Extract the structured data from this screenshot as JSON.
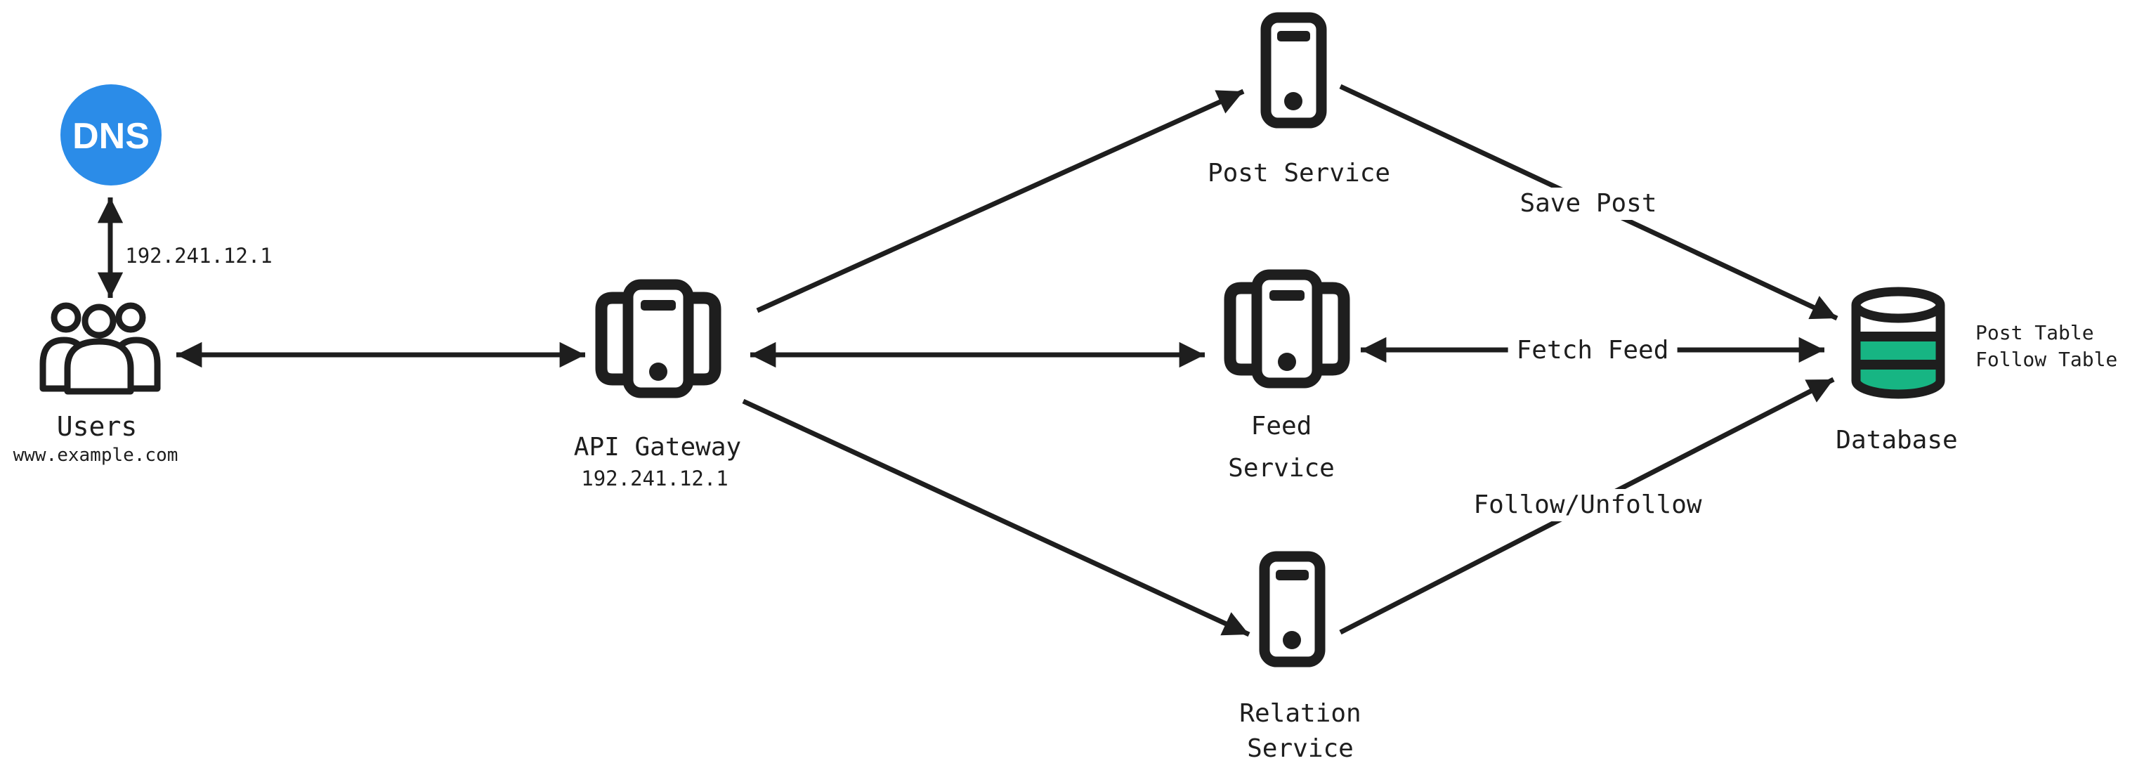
{
  "diagram": {
    "colors": {
      "dns_blue": "#2b8ce8",
      "db_green": "#17b583",
      "line": "#1e1e1e",
      "background": "#ffffff",
      "dns_text": "#ffffff"
    },
    "nodes": {
      "dns": {
        "label": "DNS",
        "type": "circle"
      },
      "users": {
        "label": "Users",
        "sublabel": "www.example.com",
        "type": "users-group"
      },
      "api_gateway": {
        "label": "API Gateway",
        "sublabel": "192.241.12.1",
        "type": "server-cluster"
      },
      "post_service": {
        "label": "Post Service",
        "type": "server-tower"
      },
      "feed_service": {
        "label": "Feed\nService",
        "type": "server-cluster"
      },
      "relation_service": {
        "label": "Relation\nService",
        "type": "server-tower"
      },
      "database": {
        "label": "Database",
        "sidelabel": "Post Table\nFollow Table",
        "type": "database-cylinder"
      }
    },
    "edges": {
      "dns_users": {
        "from": "dns",
        "to": "users",
        "label": "192.241.12.1",
        "arrows": "both"
      },
      "users_api_gateway": {
        "from": "users",
        "to": "api_gateway",
        "label": "",
        "arrows": "both"
      },
      "api_gateway_post_service": {
        "from": "api_gateway",
        "to": "post_service",
        "label": "",
        "arrows": "to"
      },
      "api_gateway_feed_service": {
        "from": "api_gateway",
        "to": "feed_service",
        "label": "",
        "arrows": "both"
      },
      "api_gateway_relation_service": {
        "from": "api_gateway",
        "to": "relation_service",
        "label": "",
        "arrows": "to"
      },
      "post_service_database": {
        "from": "post_service",
        "to": "database",
        "label": "Save Post",
        "arrows": "to"
      },
      "feed_service_database": {
        "from": "feed_service",
        "to": "database",
        "label": "Fetch Feed",
        "arrows": "both"
      },
      "relation_service_database": {
        "from": "relation_service",
        "to": "database",
        "label": "Follow/Unfollow",
        "arrows": "to"
      }
    }
  }
}
